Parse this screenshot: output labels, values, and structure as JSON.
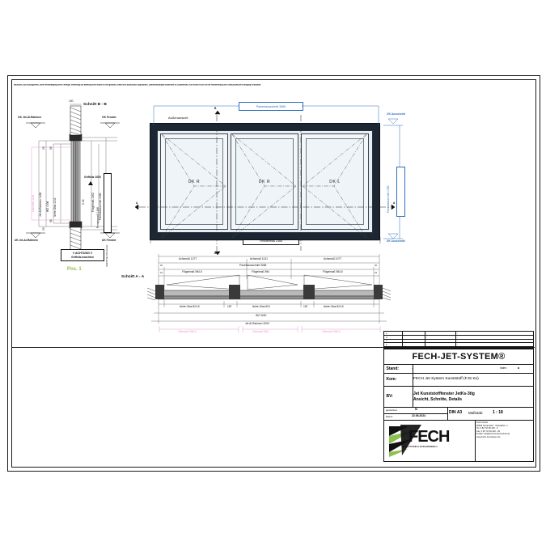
{
  "sheet": {
    "disclaimer": "Nachdruck, auch auszugsweise, sowie Vervielfältigung dieser Unterlage, Verwertung und Mitteilung ihres Inhalts ist nicht gestattet, soweit nicht ausdrücklich zugestanden. Zuwiderhandlungen verpflichten zu Schadenersatz. Alle Rechte für den Fall der Patenterteilung oder Gebrauchsmuster-Eintragung vorbehalten."
  },
  "sections": {
    "schnitt_bb": "Schnitt B - B",
    "schnitt_aa": "Schnitt A - A",
    "aussenansicht": "Außenansicht",
    "section_mark_a": "A",
    "section_mark_b": "B"
  },
  "elevation": {
    "sash_labels": [
      "DK R",
      "DK R",
      "DK L"
    ],
    "top_dim": "Paneelausschnitt 3065",
    "bottom_dim": "Fenstermaß 3165",
    "right_dim": "Paneelausschnitt 1390",
    "ok_ausschnitt": "OK Ausschnitt",
    "uk_ausschnitt": "UK Ausschnitt"
  },
  "plan_dims": {
    "achsmass": [
      "Achsmaß 1077",
      "Achsmaß 1011",
      "Achsmaß 1077"
    ],
    "paneelausschnitt": "Paneelausschnitt 3065",
    "fluegelmass": [
      "Flügelmaß 984,5",
      "Flügelmaß 984",
      "Flügelmaß 984,5"
    ],
    "lichte_glas": [
      "lichte Glas 824,5",
      "lichte Glas 824",
      "lichte Glas 824,5"
    ],
    "stulp": [
      "187",
      "187"
    ],
    "edge_left": "23",
    "edge_right": "23",
    "offset_left": "20",
    "offset_right": "20",
    "wz": "WZ 3020",
    "jet_al_rahmen": "Jet Al Rahmen 3200",
    "glasmass": [
      "Glasmaß 858,5",
      "Glasmaß 858",
      "Glasmaß 858,5"
    ],
    "fenstermass_top": "Fenstermaß 3165"
  },
  "section_bb": {
    "title": "Schnitt B - B",
    "ok_jet_al_rahmen": "OK Jet-Al-Rahmen",
    "ok_fenster": "OK Fenster",
    "uk_jet_al_rahmen": "UK Jet-Al-Rahmen",
    "uk_fenster": "UK Fenster",
    "jet_al_rahmen": "Jet-Al-Rahmen 1486",
    "wz": "WZ 1306",
    "lichte_glas": "lichte Glas 1132",
    "fluegelmass": "Flügelmaß 1262",
    "paneelausschnitt": "Paneelausschnitt 1390",
    "fenstermass": "Fenstermaß 1486",
    "griffsitz": "Griffsitz 1050",
    "glasmass": "Glasmaß 1164",
    "top_val": "100",
    "small_dims": [
      "20",
      "98",
      "98",
      "20"
    ],
    "dim_48": "0 48",
    "attention_title": "!! ACHTUNG !!",
    "attention_text": "Griffsitz beachten",
    "position": "Pos. 1",
    "ok_fenster_vertical": "OK/FFB bis UK Fenster"
  },
  "revisions": {
    "headers": [
      "Index",
      "Datum",
      "Name",
      "Kurzangabe der Änderung"
    ],
    "rows": [
      [
        "e",
        "-",
        "-",
        "-"
      ],
      [
        "d",
        "-",
        "-",
        "-"
      ],
      [
        "c",
        "-",
        "-",
        "-"
      ],
      [
        "b",
        "-",
        "-",
        "-"
      ]
    ]
  },
  "titleblock": {
    "company_title": "FECH-JET-SYSTEM®",
    "stand_label": "Stand:",
    "stand_value": "-",
    "index_label": "Index:",
    "index_value": "a",
    "kom_label": "Kom:",
    "kom_value": "FECH Jet System Kunststoff (FJS Ks)",
    "bv_label": "BV:",
    "bv_line1": "Jet Kunststofffenster JetKs-3tlg",
    "bv_line2": "Ansicht, Schnitte, Details",
    "gezeichnet_label": "gezeichnet:",
    "gezeichnet_value": "M",
    "datum_label": "Datum:",
    "datum_value": "22.06.2024",
    "format": "DIN A3",
    "scale_label": "Maßstab:",
    "scale_value": "1 : 18",
    "logo_word": "FECH",
    "logo_sub": "JET SYSTEM ■ FASSADENBAU",
    "address": [
      "Fech GmbH",
      "86695 Nordendorf - Schwalbstr. 1",
      "Tel.  0 82 73/ 99 430 - 0",
      "Fax. 0 82 73/ 99 430 - 29",
      "E-Mail: info@fech-fenstertechnik.de",
      "www.Fech-Jet-System.de"
    ]
  }
}
